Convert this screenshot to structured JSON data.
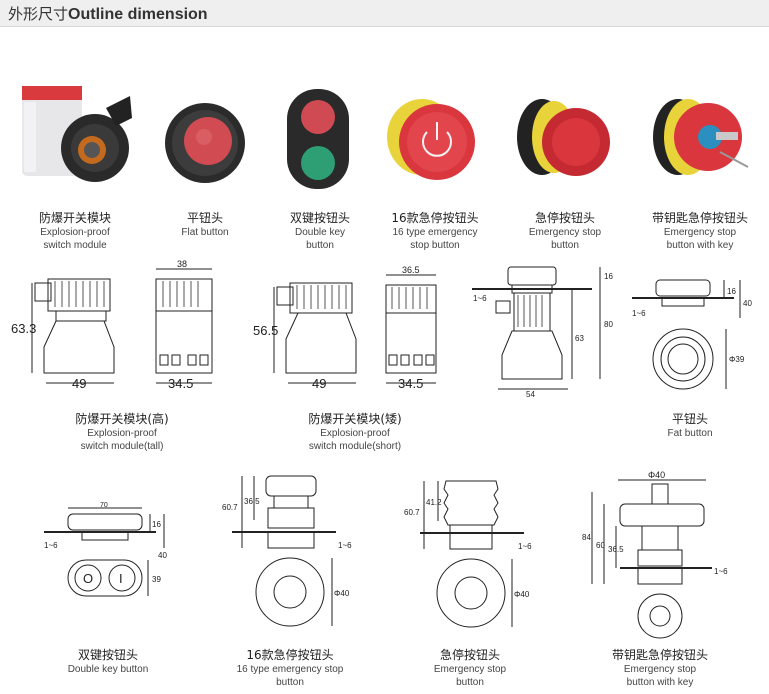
{
  "header": {
    "title_zh": "外形尺寸",
    "title_en": "Outline dimension"
  },
  "products": [
    {
      "zh": "防爆开关模块",
      "en1": "Explosion-proof",
      "en2": "switch module"
    },
    {
      "zh": "平钮头",
      "en1": "Flat button",
      "en2": ""
    },
    {
      "zh": "双键按钮头",
      "en1": "Double key",
      "en2": "button"
    },
    {
      "zh": "16款急停按钮头",
      "en1": "16 type emergency",
      "en2": "stop button"
    },
    {
      "zh": "急停按钮头",
      "en1": "Emergency stop",
      "en2": "button"
    },
    {
      "zh": "带钥匙急停按钮头",
      "en1": "Emergency stop",
      "en2": "button with key"
    }
  ],
  "drawings_row2": [
    {
      "zh": "防爆开关模块(高)",
      "en1": "Explosion-proof",
      "en2": "switch module(tall)"
    },
    {
      "zh": "防爆开关模块(矮)",
      "en1": "Explosion-proof",
      "en2": "switch module(short)"
    },
    {
      "zh": "平钮头",
      "en1": "Fat button",
      "en2": ""
    }
  ],
  "drawings_row3": [
    {
      "zh": "双键按钮头",
      "en1": "Double key button",
      "en2": ""
    },
    {
      "zh": "16款急停按钮头",
      "en1": "16 type emergency stop",
      "en2": "button"
    },
    {
      "zh": "急停按钮头",
      "en1": "Emergency stop",
      "en2": "button"
    },
    {
      "zh": "带钥匙急停按钮头",
      "en1": "Emergency stop",
      "en2": "button with key"
    }
  ],
  "dims": {
    "tall_height": "63.3",
    "tall_width": "49",
    "tall_side_width": "34.5",
    "tall_depth": "38",
    "short_height": "56.5",
    "short_width": "49",
    "short_side_width": "34.5",
    "short_depth": "36.5",
    "es_panel": "1~6",
    "es_top": "16",
    "es_total": "80",
    "es_body": "63",
    "es_width": "54",
    "flat_panel": "1~6",
    "flat_h1": "16",
    "flat_h2": "40",
    "flat_dia": "Φ39",
    "dk_width": "70",
    "dk_h1": "16",
    "dk_h2": "40",
    "dk_panel": "1~6",
    "dk_o": "O",
    "dk_i": "I",
    "dk_side": "39",
    "es16_h1": "60.7",
    "es16_h2": "36.5",
    "es16_panel": "1~6",
    "es16_dia": "Φ40",
    "esb_h1": "60.7",
    "esb_h2": "41.2",
    "esb_panel": "1~6",
    "esb_dia": "Φ40",
    "key_dia": "Φ40",
    "key_h1": "84",
    "key_h2": "60",
    "key_h3": "36.5",
    "key_panel": "1~6"
  }
}
